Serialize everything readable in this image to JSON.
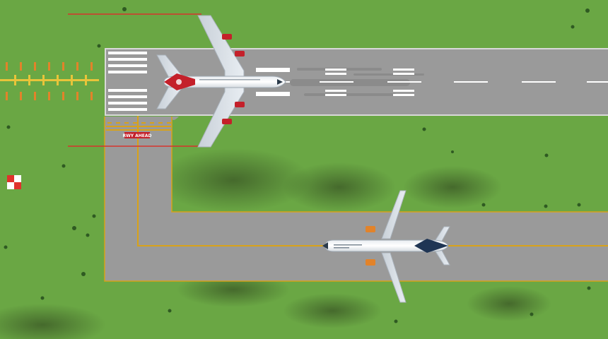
{
  "colors": {
    "grass": "#6aa744",
    "grass_light": "#74b04d",
    "grass_dark": "#4f7e33",
    "asphalt": "#9a9a9a",
    "asphalt_light": "#a7a7a7",
    "runway_edge": "#d9d9d9",
    "marking_white": "#ffffff",
    "taxi_yellow": "#d8a21a",
    "hold_red": "#c4202a",
    "threshold_red": "#d8342c",
    "engine_orange": "#e2832a",
    "tail_navy": "#1f3554",
    "windsock_red": "#e0322c"
  },
  "signs": {
    "hold_short": "RWY AHEAD"
  },
  "aircraft": [
    {
      "id": "departing",
      "tail_color": "red",
      "engines": 4
    },
    {
      "id": "taxiing",
      "tail_color": "navy",
      "engines": 2
    }
  ]
}
